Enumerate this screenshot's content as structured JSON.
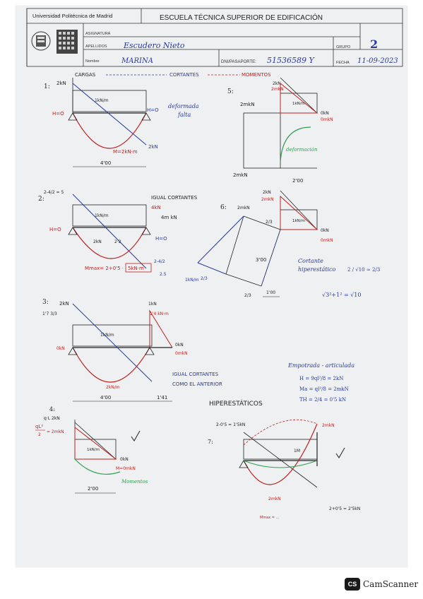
{
  "header": {
    "university": "Universidad Politécnica de Madrid",
    "school": "ESCUELA TÉCNICA SUPERIOR DE EDIFICACIÓN",
    "asignatura_label": "ASIGNATURA",
    "apellidos_label": "APELLIDOS",
    "apellidos_value": "Escudero Nieto",
    "nombre_label": "Nombre",
    "nombre_value": "MARINA",
    "dni_label": "DNI/PASAPORTE:",
    "dni_value": "51536589 Y",
    "grupo_label": "GRUPO",
    "grupo_value": "2",
    "fecha_label": "FECHA",
    "fecha_value": "11-09-2023"
  },
  "legend": {
    "cargas": "CARGAS",
    "cortantes": "CORTANTES",
    "momentos": "MOMENTOS"
  },
  "problem1": {
    "num": "1:",
    "load_left": "2kN",
    "moment": "1kN/m",
    "h_zero": "H=O",
    "deformada": "deformada",
    "falta": "falta",
    "m_max": "M=2kN·m",
    "reaction": "2kN",
    "span": "4'00"
  },
  "problem2": {
    "num": "2:",
    "top_label": "2-4/2 = 5",
    "igual": "IGUAL CORTANTES",
    "m_right": "4kN",
    "m_right2": "4m kN",
    "h_left": "H=O",
    "h_right": "H=O",
    "moment": "1kN/m",
    "val_2kn": "2kN",
    "val_2m": "2·2",
    "mmax": "Mmax= 2+0'5 ·",
    "mmax_box": "5kN·m",
    "right_val": "2-4/2",
    "right_val2": "2.5"
  },
  "problem3": {
    "num": "3:",
    "left_top": "2kN",
    "left_val": "1'7 3/3",
    "right_top": "1kN",
    "right_val": "1'4 kN·m",
    "moment": "1kN/m",
    "okn": "0kN",
    "okn_right": "0kN",
    "omkn": "0mkN",
    "mid": "2kN/m",
    "igual": "IGUAL CORTANTES",
    "igual2": "COMO EL ANTERIOR",
    "span": "4'00",
    "span2": "1'41"
  },
  "problem4": {
    "num": "4:",
    "load": "q·L 2kN",
    "ql2": "qL²",
    "ql2_den": "2",
    "ql2_val": "= 2mkN",
    "moment": "1kN/m",
    "okn": "0kN",
    "m0": "M=0mkN",
    "momentos": "Momentos",
    "span": "2'00"
  },
  "problem5": {
    "num": "5:",
    "top_val": "2kN",
    "top_val2": "2mkN",
    "left_val": "2mkN",
    "moment": "1kN/m",
    "okn": "0kN",
    "omkn": "0mkN",
    "deformacion": "deformación",
    "bottom": "2mkN",
    "span": "2'00"
  },
  "problem6": {
    "num": "6:",
    "top_val": "2kN",
    "top_val2": "2mkN",
    "load": "2mkN",
    "moment": "1kN/m",
    "third": "2/3",
    "height": "3'00",
    "diag": "1kN/m",
    "diag2": "2/3",
    "bottom": "2/3",
    "span": "1'00",
    "okn": "0kN",
    "omkn": "0mkN",
    "cortante": "Cortante",
    "hiper": "hiperestático",
    "frac": "2 / √10 ≃ 2/3",
    "sqrt": "√3²+1² = √10"
  },
  "hyper": {
    "title": "HIPERESTÁTICOS",
    "emp": "Empotrada - articulada",
    "h_formula": "H = 9ql²/8 = 2kN",
    "ma_formula": "Ma = ql²/8 = 2mkN",
    "th_formula": "TH = 2/4 = 0'5 kN"
  },
  "problem7": {
    "num": "7:",
    "left_val": "2-0'5 = 1'5kN",
    "right_val": "2mkN",
    "mid_val": "1M",
    "bottom_val": "2mkN",
    "right_bottom": "2+0'5 = 2'5kN",
    "mmax": "Mmax = ..."
  },
  "watermark": {
    "logo": "CS",
    "text": "CamScanner"
  }
}
